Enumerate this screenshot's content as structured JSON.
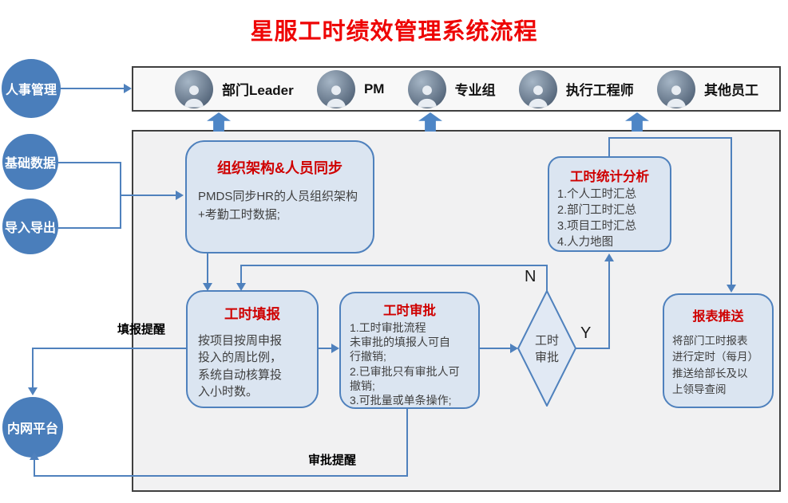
{
  "title": "星服工时绩效管理系统流程",
  "colors": {
    "accent_blue": "#4f81bd",
    "box_fill": "#dbe5f1",
    "circle_fill": "#4a7ebb",
    "main_title_red": "#ee0505",
    "box_title_red": "#cf0000",
    "body_text": "#3f3f3f"
  },
  "roles": [
    {
      "label": "部门Leader"
    },
    {
      "label": "PM"
    },
    {
      "label": "专业组"
    },
    {
      "label": "执行工程师"
    },
    {
      "label": "其他员工"
    }
  ],
  "left_nodes": {
    "hr": {
      "label": "人事管理"
    },
    "base": {
      "label": "基础数据"
    },
    "io": {
      "label": "导入导出"
    },
    "intranet": {
      "label": "内网平台"
    }
  },
  "boxes": {
    "org_sync": {
      "title": "组织架构&人员同步",
      "body": "PMDS同步HR的人员组织架构\n+考勤工时数据;"
    },
    "stats": {
      "title": "工时统计分析",
      "items": [
        "1.个人工时汇总",
        "2.部门工时汇总",
        "3.项目工时汇总",
        "4.人力地图"
      ]
    },
    "fill": {
      "title": "工时填报",
      "body": "按项目按周申报\n投入的周比例，\n系统自动核算投\n入小时数。"
    },
    "approve": {
      "title": "工时审批",
      "items": [
        "1.工时审批流程\n未审批的填报人可自\n行撤销;",
        "2.已审批只有审批人可\n撤销;",
        "3.可批量或单条操作;"
      ]
    },
    "report": {
      "title": "报表推送",
      "body": "将部门工时报表\n进行定时（每月）\n推送给部长及以\n上领导查阅"
    }
  },
  "decision": {
    "label": "工时\n审批",
    "yes_label": "Y",
    "no_label": "N"
  },
  "edge_labels": {
    "fill_reminder": "填报提醒",
    "approve_reminder": "审批提醒"
  }
}
